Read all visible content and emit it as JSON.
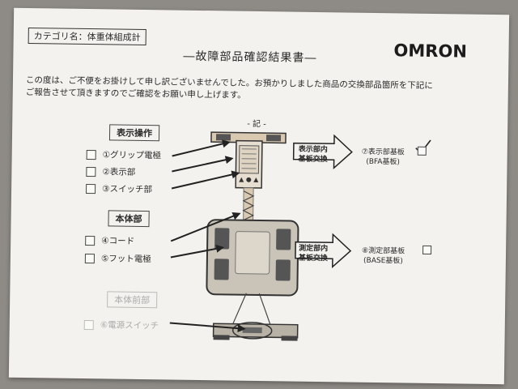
{
  "header": {
    "category": "カテゴリ名：体重体組成計",
    "title": "―故障部品確認結果書―",
    "brand": "OMRON"
  },
  "intro": {
    "line1": "この度は、ご不便をお掛けして申し訳ございませんでした。お預かりしました商品の交換部品箇所を下記に",
    "line2": "ご報告させて頂きますのでご確認をお願い申し上げます。"
  },
  "ki_label": "- 記 -",
  "sections": {
    "display": {
      "label": "表示操作",
      "items": [
        "①グリップ電極",
        "②表示部",
        "③スイッチ部"
      ]
    },
    "body": {
      "label": "本体部",
      "items": [
        "④コード",
        "⑤フット電極"
      ]
    },
    "front": {
      "label": "本体前部",
      "items": [
        "⑥電源スイッチ"
      ]
    }
  },
  "callouts": {
    "display_arrow": "表示部内\n基板交換",
    "measure_arrow": "測定部内\n基板交換"
  },
  "results": {
    "display_board": {
      "label": "⑦表示部基板",
      "sub": "(BFA基板)",
      "checked": true
    },
    "measure_board": {
      "label": "⑧測定部基板",
      "sub": "(BASE基板)",
      "checked": false
    }
  }
}
